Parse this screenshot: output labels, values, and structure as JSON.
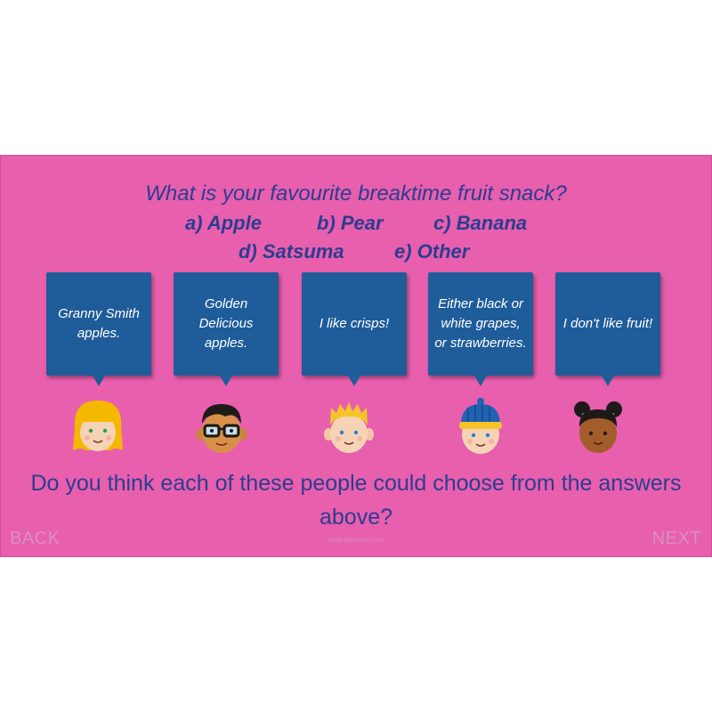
{
  "question": "What is your favourite breaktime fruit snack?",
  "options_row1": [
    "a) Apple",
    "b) Pear",
    "c) Banana"
  ],
  "options_row2": [
    "d) Satsuma",
    "e) Other"
  ],
  "bubbles": [
    "Granny Smith apples.",
    "Golden Delicious apples.",
    "I like crisps!",
    "Either black or white grapes, or strawberries.",
    "I don't like fruit!"
  ],
  "faces": [
    "blonde-girl-face-icon",
    "boy-with-glasses-face-icon",
    "blond-boy-face-icon",
    "boy-with-hat-face-icon",
    "girl-with-buns-face-icon"
  ],
  "bottom_question": "Do you think each of these people could choose from the answers above?",
  "nav": {
    "back": "BACK",
    "next": "NEXT"
  },
  "watermark": "www.planbee.com",
  "colors": {
    "background": "#e85fae",
    "text": "#2b3d8f",
    "bubble": "#1f5c9a",
    "nav": "#d98fbf"
  }
}
